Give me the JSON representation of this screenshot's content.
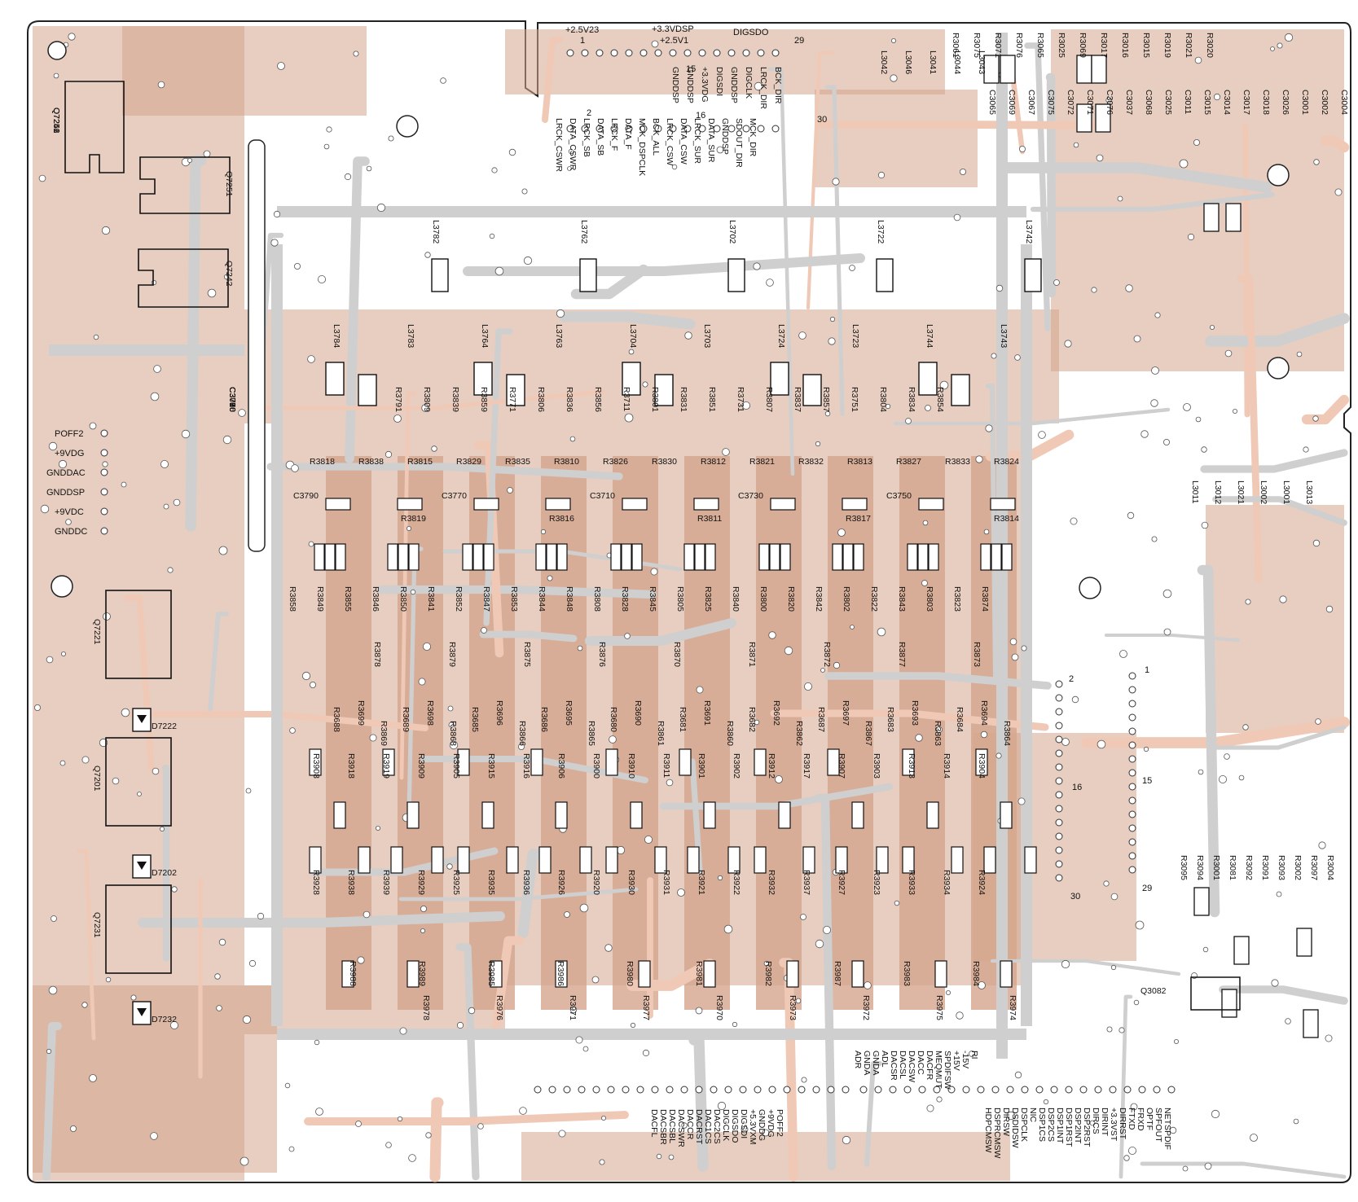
{
  "colors": {
    "board_fill": "#ffffff",
    "board_edge": "#222222",
    "copper": "#d4a58c",
    "trace_gray": "#cfcfcf",
    "trace_pink": "#f0c9b6",
    "ink": "#111111",
    "via": "#ffffff"
  },
  "top_connector": {
    "rails": [
      "+2.5V23",
      "+3.3VDSP",
      "+2.5V1",
      "DIGSDO"
    ],
    "pin_numbers": [
      "1",
      "29",
      "15",
      "16",
      "2",
      "30"
    ],
    "signals_row1": [
      "GNDDSP",
      "GNDDSP",
      "+3.3VDG",
      "DIGSDI",
      "GNDDSP",
      "DIGCLK",
      "LRCK_DIR",
      "BCK_DIR"
    ],
    "signals_row2": [
      "LRCK_CSWR",
      "DATA_CSWR",
      "LRCK_SB",
      "DATA_SB",
      "LRCK_F",
      "DATA_F",
      "MCK_DSPCLK",
      "BCK_ALL",
      "LRCK_CSW",
      "DATA_CSW",
      "LRCK_SUR",
      "DATA_SUR",
      "GNDDSP",
      "SDOUT_DIR",
      "MCK_DIR"
    ]
  },
  "left_connector": {
    "labels": [
      "POFF2",
      "+9VDG",
      "GNDDAC",
      "GNDDSP",
      "+9VDC",
      "GNDDC"
    ]
  },
  "bottom_connector_left": {
    "labels": [
      "DACFL",
      "DACSBR",
      "DACSBL",
      "DACSWR",
      "DACCR",
      "DACRST",
      "DAC1CS",
      "DAC2CS",
      "DIGCLK",
      "DIGSDO",
      "DIGSDI",
      "+5.3VXM",
      "GNDDG",
      "+9VDG",
      "POFF2"
    ]
  },
  "bottom_connector_mid": {
    "labels": [
      "ADR",
      "GNDA",
      "GNDA",
      "ADL",
      "DACSR",
      "DACSL",
      "DACSW",
      "DACC",
      "DACFR",
      "MEQMUT",
      "SPDIFSW",
      "+15V",
      "-15V",
      "RI"
    ]
  },
  "bottom_connector_right": {
    "labels": [
      "NETSPDIF",
      "SPFOUT",
      "OPTF",
      "FRXD",
      "FTXD",
      "DIRRST",
      "+3.3VST",
      "DIRINT",
      "DIRCS",
      "DSP2RST",
      "DSP2INT",
      "DSP1RST",
      "DSP1INT",
      "DSP2CS",
      "DSP1CS",
      "NIC",
      "DSPCLK",
      "DSDIDSW",
      "DIRSW",
      "DSPRCMSW",
      "HDPCMSW"
    ]
  },
  "edge_labels": {
    "right_pins": [
      "2",
      "1",
      "16",
      "15",
      "30",
      "29"
    ]
  },
  "transistors": [
    "Q7246",
    "Q7251",
    "Q7242",
    "Q7221",
    "Q7201",
    "Q7231",
    "Q3082"
  ],
  "diodes": [
    "D7222",
    "D7202",
    "D7232"
  ],
  "inductors": [
    "L3782",
    "L3762",
    "L3702",
    "L3722",
    "L3742",
    "L3784",
    "L3783",
    "L3764",
    "L3763",
    "L3704",
    "L3703",
    "L3724",
    "L3723",
    "L3744",
    "L3743",
    "L3042",
    "L3046",
    "L3041",
    "L3044",
    "L3043",
    "L3011",
    "L3012",
    "L3021",
    "L3002",
    "L3001",
    "L3013"
  ],
  "capacitors": [
    "C3066",
    "C3790",
    "C3770",
    "C3710",
    "C3730",
    "C3750",
    "C3065",
    "C3069",
    "C3067",
    "C3075",
    "C3072",
    "C3071",
    "C3076",
    "C3037",
    "C3068",
    "C3025",
    "C3011",
    "C3015",
    "C3014",
    "C3017",
    "C3018",
    "C3026",
    "C3001",
    "C3002",
    "C3004"
  ],
  "resistors_top": [
    "R3061",
    "R3075",
    "R3071",
    "R3076",
    "R3065",
    "R3025",
    "R3069",
    "R3017",
    "R3016",
    "R3015",
    "R3019",
    "R3021",
    "R3020"
  ],
  "resistors_filter": [
    "R3791",
    "R3809",
    "R3839",
    "R3859",
    "R3771",
    "R3806",
    "R3836",
    "R3856",
    "R3711",
    "R3801",
    "R3831",
    "R3851",
    "R3731",
    "R3807",
    "R3837",
    "R3857",
    "R3751",
    "R3804",
    "R3834",
    "R3854"
  ],
  "resistors_stage": [
    "R3818",
    "R3838",
    "R3815",
    "R3829",
    "R3835",
    "R3810",
    "R3826",
    "R3830",
    "R3812",
    "R3821",
    "R3832",
    "R3813",
    "R3827",
    "R3833",
    "R3824",
    "R3819",
    "R3816",
    "R3811",
    "R3817",
    "R3814"
  ],
  "resistors_amp": [
    "R3858",
    "R3849",
    "R3855",
    "R3846",
    "R3850",
    "R3841",
    "R3852",
    "R3847",
    "R3853",
    "R3844",
    "R3848",
    "R3808",
    "R3828",
    "R3845",
    "R3805",
    "R3825",
    "R3840",
    "R3800",
    "R3820",
    "R3842",
    "R3802",
    "R3822",
    "R3843",
    "R3803",
    "R3823",
    "R3874"
  ],
  "resistors_bias": [
    "R3878",
    "R3879",
    "R3875",
    "R3876",
    "R3870",
    "R3871",
    "R3872",
    "R3877",
    "R3873",
    "R3699",
    "R3698",
    "R3696",
    "R3695",
    "R3690",
    "R3691",
    "R3692",
    "R3697",
    "R3693",
    "R3694",
    "R3688",
    "R3689",
    "R3685",
    "R3686",
    "R3680",
    "R3681",
    "R3682",
    "R3687",
    "R3683",
    "R3684"
  ],
  "resistors_out": [
    "R3869",
    "R3868",
    "R3866",
    "R3865",
    "R3861",
    "R3860",
    "R3862",
    "R3867",
    "R3863",
    "R3864"
  ],
  "resistors_low": [
    "R3908",
    "R3918",
    "R3919",
    "R3909",
    "R3905",
    "R3915",
    "R3916",
    "R3906",
    "R3900",
    "R3910",
    "R3911",
    "R3901",
    "R3902",
    "R3912",
    "R3917",
    "R3907",
    "R3903",
    "R3913",
    "R3914",
    "R3904",
    "R3928",
    "R3938",
    "R3939",
    "R3929",
    "R3925",
    "R3935",
    "R3936",
    "R3926",
    "R3920",
    "R3930",
    "R3931",
    "R3921",
    "R3922",
    "R3932",
    "R3937",
    "R3927",
    "R3923",
    "R3933",
    "R3934",
    "R3924"
  ],
  "resistors_bottom": [
    "R3988",
    "R3989",
    "R3985",
    "R3986",
    "R3980",
    "R3981",
    "R3982",
    "R3987",
    "R3983",
    "R3984",
    "R3978",
    "R3976",
    "R3971",
    "R3977",
    "R3970",
    "R3973",
    "R3972",
    "R3975",
    "R3974"
  ],
  "resistors_right": [
    "R3095",
    "R3094",
    "R3001",
    "R3081",
    "R3092",
    "R3091",
    "R3093",
    "R3002",
    "R3097",
    "R3004"
  ]
}
